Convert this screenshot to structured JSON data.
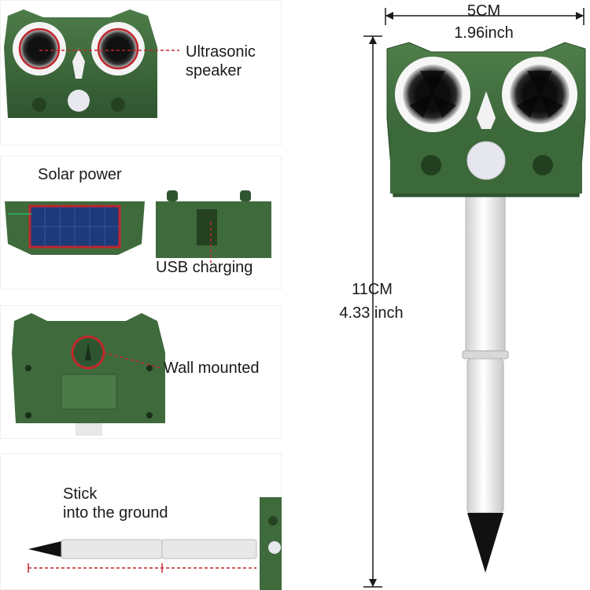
{
  "callouts": {
    "ultrasonic": [
      "Ultrasonic",
      "speaker"
    ],
    "solar": "Solar power",
    "usb": "USB charging",
    "wall": "Wall mounted",
    "stick": [
      "Stick",
      "into the ground"
    ]
  },
  "dimensions": {
    "width_cm": "5CM",
    "width_inch": "1.96inch",
    "height_cm": "11CM",
    "height_inch": "4.33 inch"
  },
  "colors": {
    "device_green": "#3f6a3c",
    "callout_red": "#c0262c",
    "stake_white": "#e8e8e8"
  }
}
